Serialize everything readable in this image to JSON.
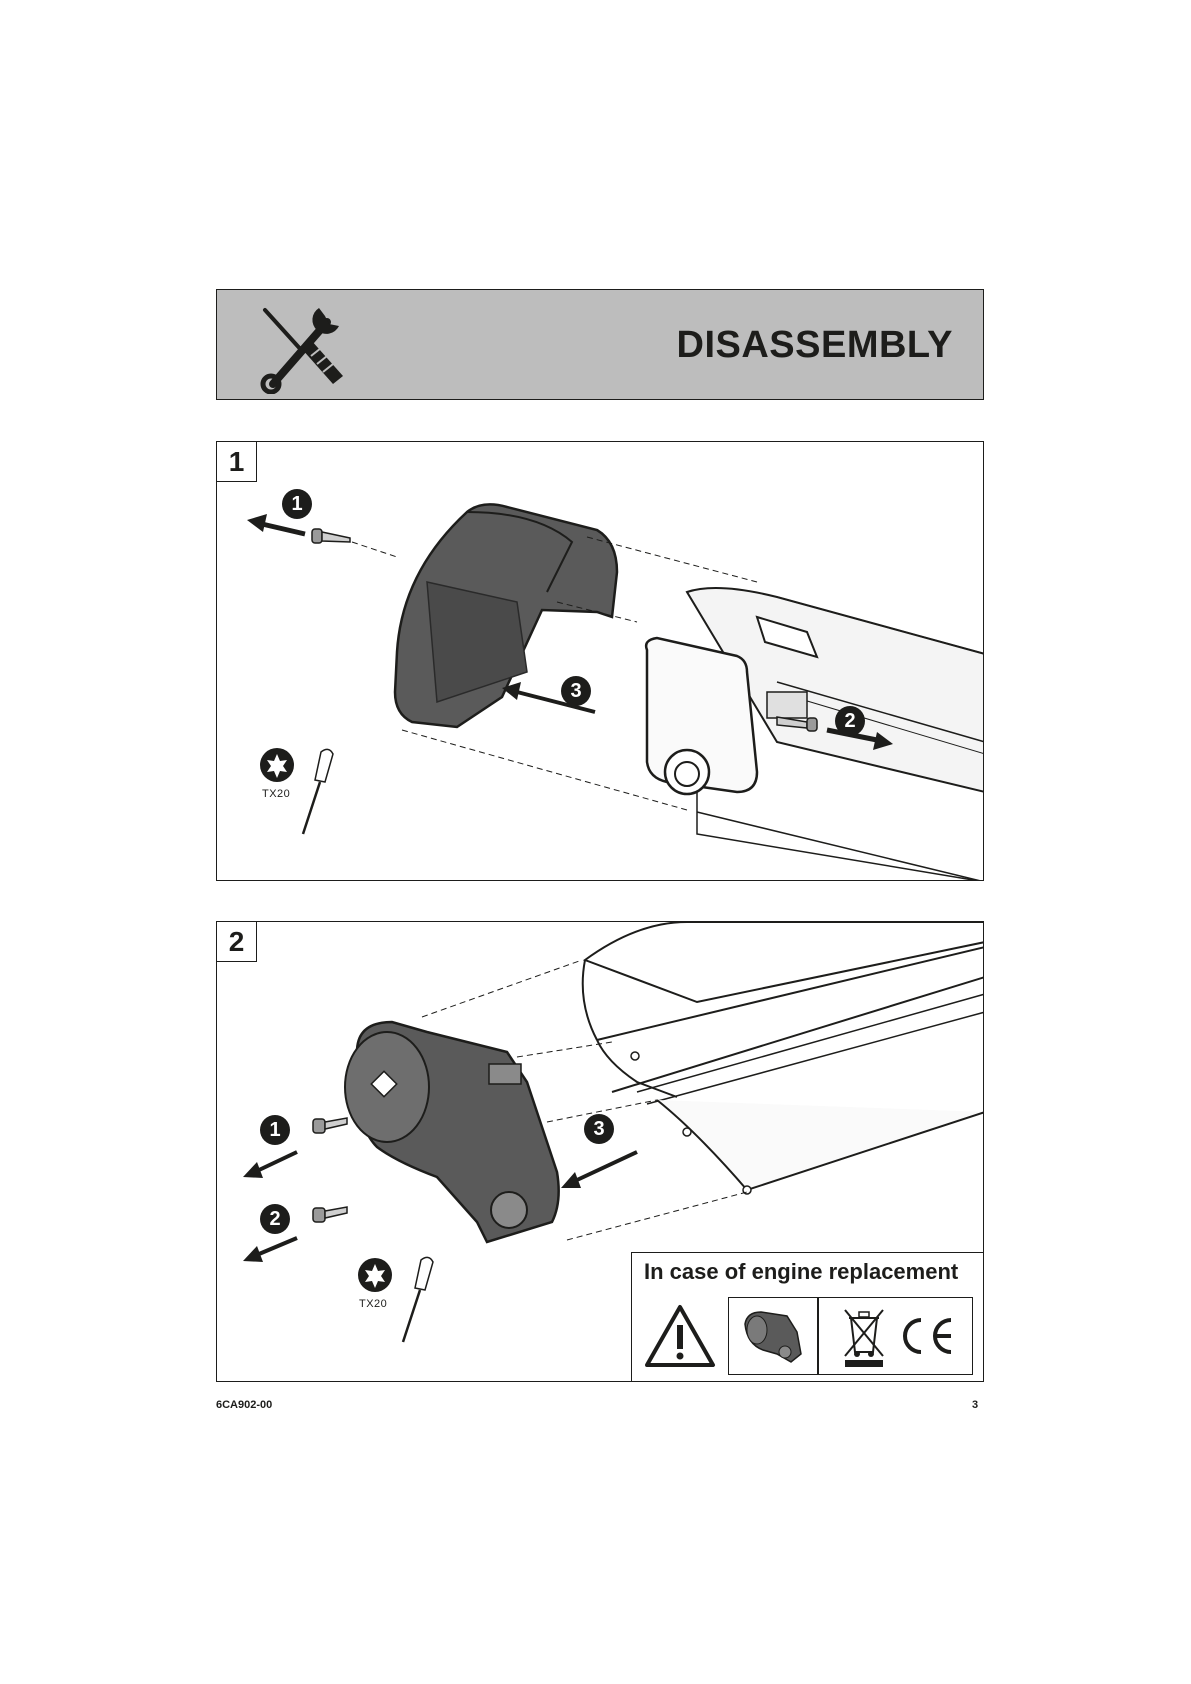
{
  "header": {
    "title": "DISASSEMBLY"
  },
  "step1": {
    "number": "1",
    "callouts": [
      "1",
      "2",
      "3"
    ],
    "tool_label": "TX20"
  },
  "step2": {
    "number": "2",
    "callouts": [
      "1",
      "2",
      "3"
    ],
    "tool_label": "TX20",
    "replacement_box": {
      "title": "In case of engine replacement"
    }
  },
  "footer": {
    "doc_code": "6CA902-00",
    "page_number": "3"
  },
  "icons": [
    "screwdriver-wrench-icon",
    "torx-icon",
    "screwdriver-icon",
    "warning-icon",
    "weee-bin-icon",
    "ce-mark-icon",
    "motor-icon"
  ],
  "colors": {
    "header_bg": "#bdbdbd",
    "ink": "#1d1d1b",
    "part_gray": "#5a5a5a"
  }
}
